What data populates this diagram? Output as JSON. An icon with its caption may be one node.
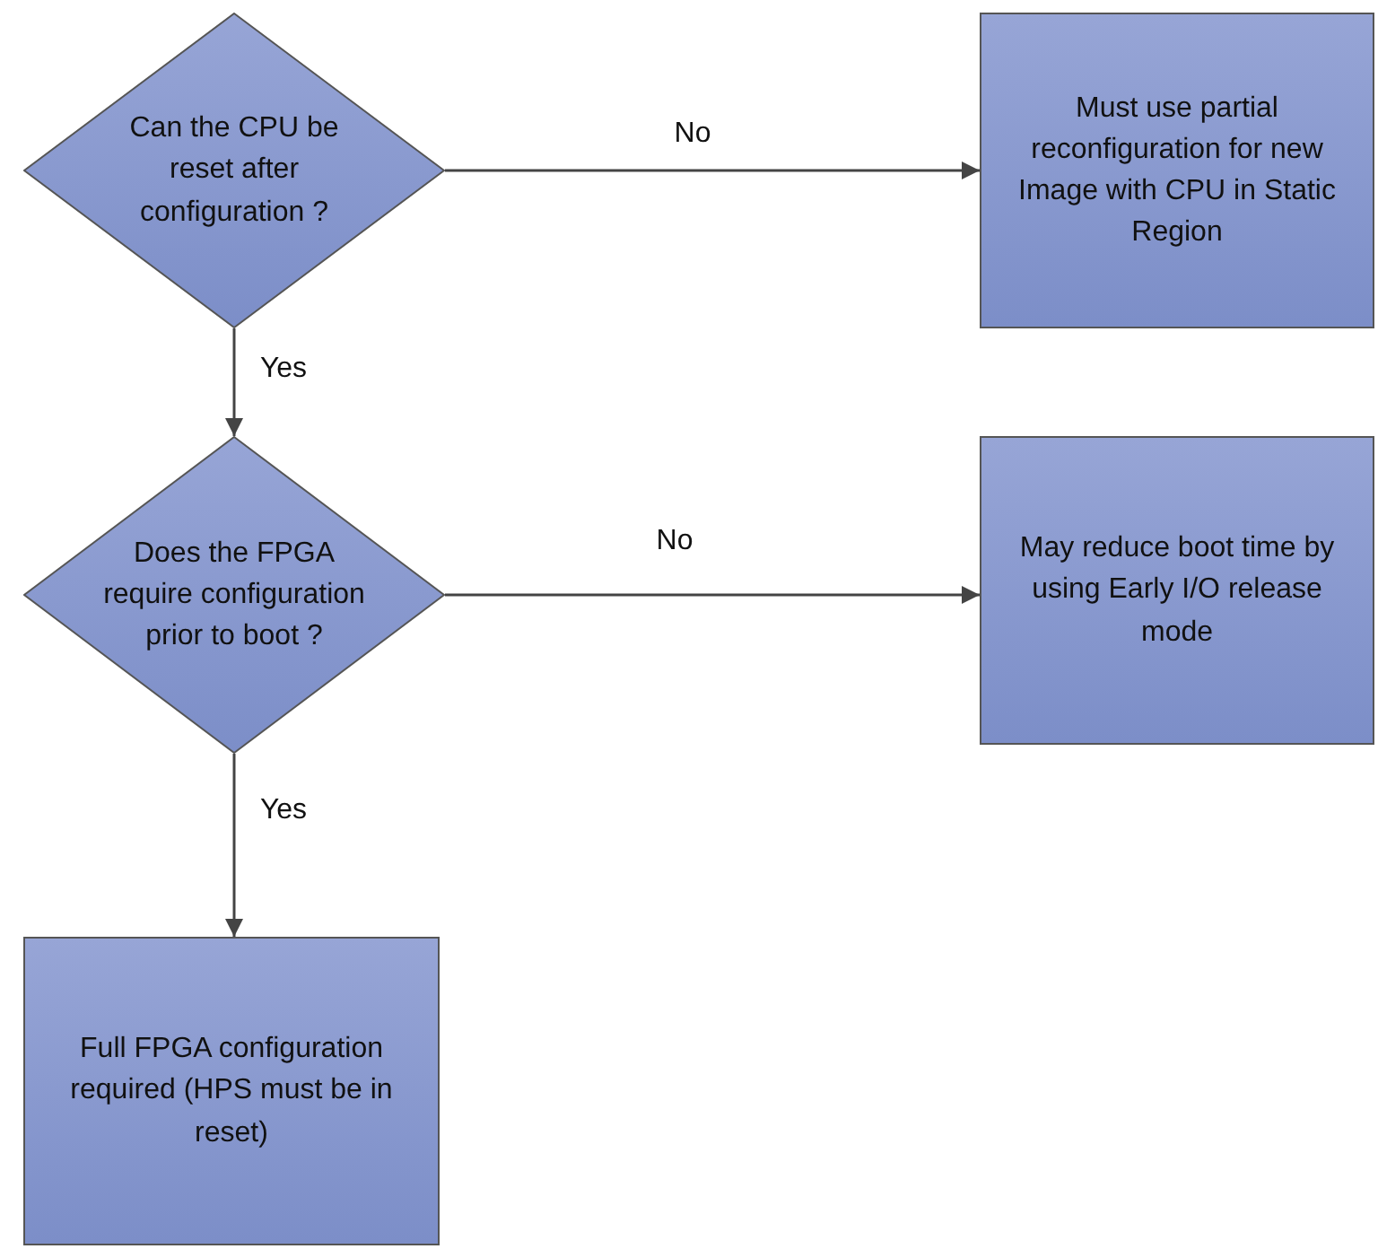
{
  "diagram": {
    "nodes": [
      {
        "text": [
          "Can the CPU be reset after configuration ?"
        ]
      },
      {
        "text": [
          "Must use partial reconfiguration for new Image with CPU in Static Region"
        ]
      },
      {
        "text": [
          "Does the FPGA require configuration prior to boot ?"
        ]
      },
      {
        "text": [
          "May reduce boot time by using Early I/O release mode"
        ]
      },
      {
        "text": [
          "Full FPGA configuration required (HPS must be in reset)"
        ]
      }
    ],
    "edges": [
      {
        "from": 0,
        "to": 1,
        "arrow": "to",
        "label": "No"
      },
      {
        "from": 0,
        "to": 2,
        "arrow": "to",
        "label": "Yes"
      },
      {
        "from": 2,
        "to": 3,
        "arrow": "to",
        "label": "No"
      },
      {
        "from": 2,
        "to": 4,
        "arrow": "to",
        "label": "Yes"
      }
    ]
  }
}
